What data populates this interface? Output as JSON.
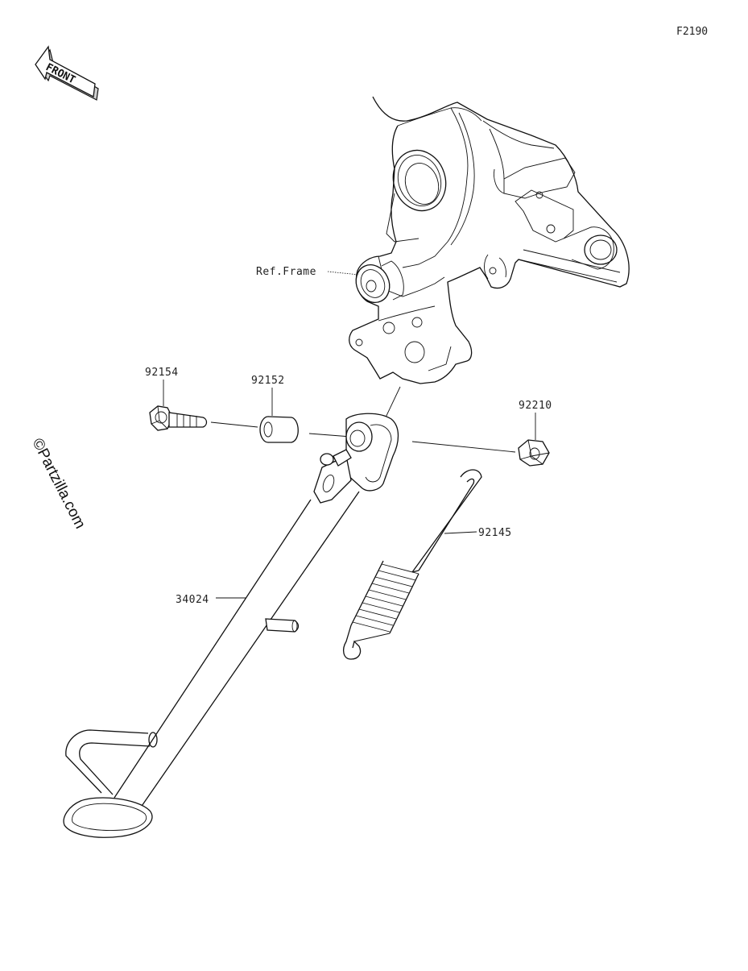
{
  "diagram": {
    "figure_number": "F2190",
    "front_label": "FRONT",
    "ref_label": "Ref.Frame",
    "watermark": "©Partzilla.com",
    "parts": [
      {
        "number": "92154"
      },
      {
        "number": "92152"
      },
      {
        "number": "92210"
      },
      {
        "number": "92145"
      },
      {
        "number": "34024"
      }
    ]
  }
}
